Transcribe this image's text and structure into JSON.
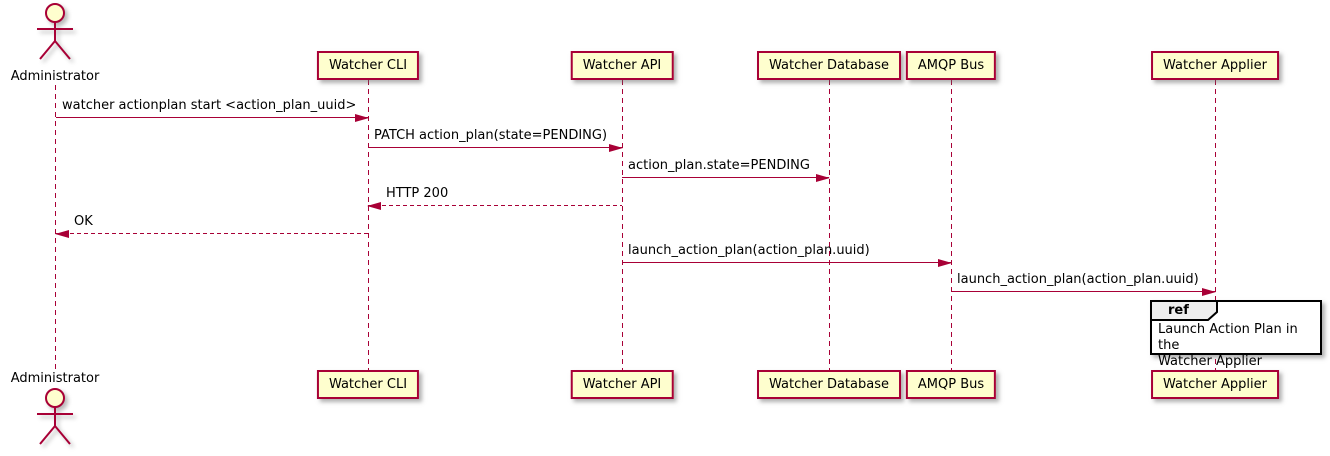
{
  "diagram": {
    "type": "uml-sequence"
  },
  "colors": {
    "participant_fill": "#FEFECE",
    "participant_border": "#A80036",
    "lifeline": "#A80036",
    "arrow": "#A80036",
    "ref_fill": "#FFFFFF",
    "ref_border": "#000000",
    "ref_header_fill": "#EEEEEE"
  },
  "actor": {
    "label": "Administrator"
  },
  "participants": [
    {
      "label": "Watcher CLI"
    },
    {
      "label": "Watcher API"
    },
    {
      "label": "Watcher Database"
    },
    {
      "label": "AMQP Bus"
    },
    {
      "label": "Watcher Applier"
    }
  ],
  "messages": [
    {
      "from": "Administrator",
      "to": "Watcher CLI",
      "style": "solid",
      "label": "watcher actionplan start <action_plan_uuid>"
    },
    {
      "from": "Watcher CLI",
      "to": "Watcher API",
      "style": "solid",
      "label": "PATCH action_plan(state=PENDING)"
    },
    {
      "from": "Watcher API",
      "to": "Watcher Database",
      "style": "solid",
      "label": "action_plan.state=PENDING"
    },
    {
      "from": "Watcher API",
      "to": "Watcher CLI",
      "style": "dashed",
      "label": "HTTP 200"
    },
    {
      "from": "Watcher CLI",
      "to": "Administrator",
      "style": "dashed",
      "label": "OK"
    },
    {
      "from": "Watcher API",
      "to": "AMQP Bus",
      "style": "solid",
      "label": "launch_action_plan(action_plan.uuid)"
    },
    {
      "from": "AMQP Bus",
      "to": "Watcher Applier",
      "style": "solid",
      "label": "launch_action_plan(action_plan.uuid)"
    }
  ],
  "ref": {
    "keyword": "ref",
    "over": "Watcher Applier",
    "text": "Launch Action Plan in the\nWatcher Applier"
  }
}
